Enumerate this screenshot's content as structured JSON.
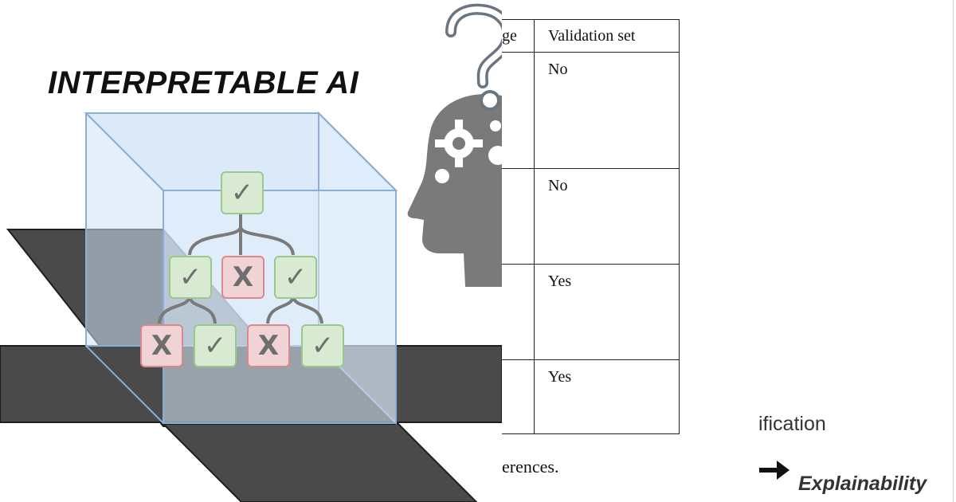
{
  "illustration": {
    "heading": "INTERPRETABLE AI",
    "question_mark": "?",
    "tree_nodes": [
      {
        "level": 0,
        "state": "check",
        "symbol": "✓"
      },
      {
        "level": 1,
        "state": "check",
        "symbol": "✓"
      },
      {
        "level": 1,
        "state": "cross",
        "symbol": "X"
      },
      {
        "level": 1,
        "state": "check",
        "symbol": "✓"
      },
      {
        "level": 2,
        "state": "cross",
        "symbol": "X"
      },
      {
        "level": 2,
        "state": "check",
        "symbol": "✓"
      },
      {
        "level": 2,
        "state": "cross",
        "symbol": "X"
      },
      {
        "level": 2,
        "state": "check",
        "symbol": "✓"
      }
    ],
    "colors": {
      "check_fill": "#d8ead2",
      "check_border": "#9bc88d",
      "cross_fill": "#f1d3d6",
      "cross_border": "#d9898f",
      "cube_fill": "#cfe2f6",
      "cube_edge": "#8aaed7",
      "plane": "#4a4a4a",
      "head": "#7a7a7a"
    },
    "icons": [
      "interpretable-tree-icon",
      "head-gears-icon",
      "question-mark-icon"
    ]
  },
  "paper_table": {
    "header": {
      "col1_fragment": "ge",
      "col2": "Validation set"
    },
    "rows": [
      {
        "validation_set": "No"
      },
      {
        "validation_set": "No"
      },
      {
        "validation_set": "Yes"
      },
      {
        "validation_set": "Yes"
      }
    ],
    "caption_fragment": "erences."
  },
  "right_labels": {
    "top": "ification",
    "bottom": "Explainability",
    "arrow_icon": "right-arrow-icon"
  }
}
